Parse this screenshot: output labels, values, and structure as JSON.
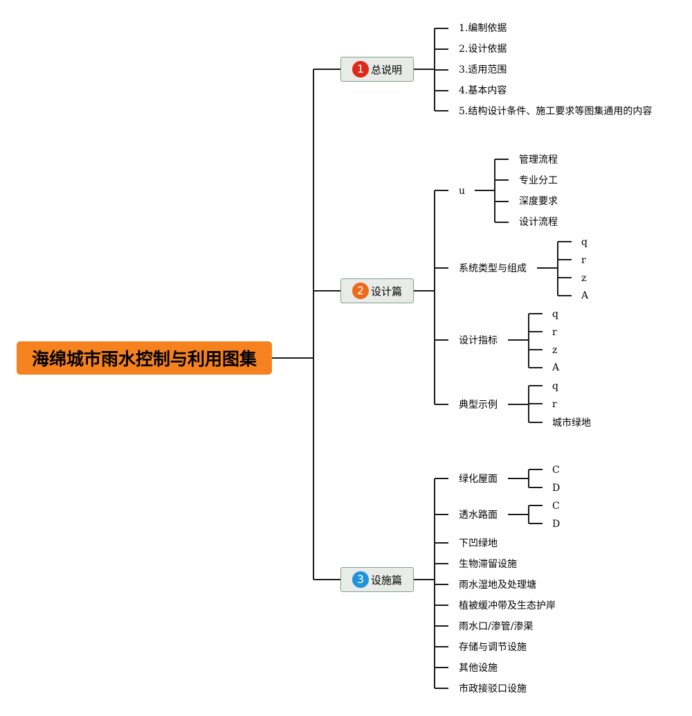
{
  "colors": {
    "root_bg": "#f5821f",
    "branch_bg": "#e8ebe8",
    "badge_1": "#e0281b",
    "badge_2": "#ee6a1b",
    "badge_3": "#1f94d8",
    "line": "#1a1a1a"
  },
  "root": {
    "label": "海绵城市雨水控制与利用图集"
  },
  "branches": [
    {
      "badge": "1",
      "label": "总说明",
      "items": [
        {
          "label": "1.编制依据"
        },
        {
          "label": "2.设计依据"
        },
        {
          "label": "3.适用范围"
        },
        {
          "label": "4.基本内容"
        },
        {
          "label": "5.结构设计条件、施工要求等图集通用的内容"
        }
      ]
    },
    {
      "badge": "2",
      "label": "设计篇",
      "items": [
        {
          "label": "u",
          "children": [
            "管理流程",
            "专业分工",
            "深度要求",
            "设计流程"
          ]
        },
        {
          "label": "系统类型与组成",
          "children": [
            "q",
            "r",
            "z",
            "A"
          ]
        },
        {
          "label": "设计指标",
          "children": [
            "q",
            "r",
            "z",
            "A"
          ]
        },
        {
          "label": "典型示例",
          "children": [
            "q",
            "r",
            "城市绿地"
          ]
        }
      ]
    },
    {
      "badge": "3",
      "label": "设施篇",
      "items": [
        {
          "label": "绿化屋面",
          "children": [
            "C",
            "D"
          ]
        },
        {
          "label": "透水路面",
          "children": [
            "C",
            "D"
          ]
        },
        {
          "label": "下凹绿地"
        },
        {
          "label": "生物滞留设施"
        },
        {
          "label": "雨水湿地及处理塘"
        },
        {
          "label": "植被缓冲带及生态护岸"
        },
        {
          "label": "雨水口/渗管/渗渠"
        },
        {
          "label": "存储与调节设施"
        },
        {
          "label": "其他设施"
        },
        {
          "label": "市政接驳口设施"
        }
      ]
    }
  ]
}
